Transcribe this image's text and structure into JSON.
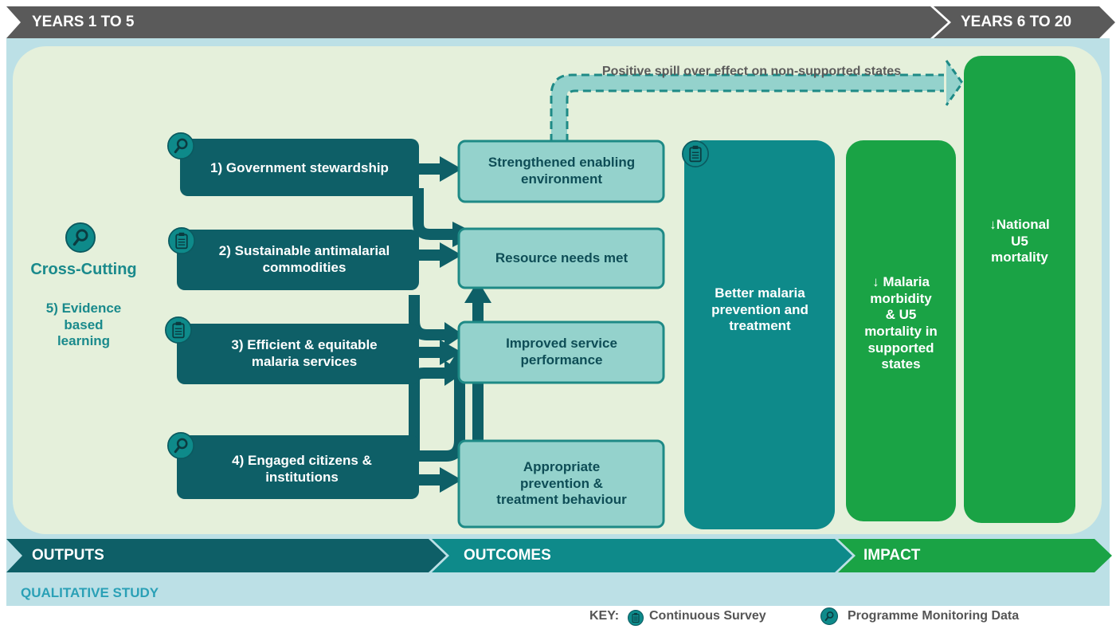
{
  "banner": {
    "years_1_5": "YEARS 1 TO 5",
    "years_6_20": "YEARS 6 TO 20"
  },
  "spillover": "Positive spill over effect on non-supported states",
  "cross_cutting": {
    "title": "Cross-Cutting",
    "item": "5) Evidence\nbased\nlearning"
  },
  "outputs": [
    {
      "label": "1) Government stewardship",
      "icon": "magnifier-icon"
    },
    {
      "label": "2) Sustainable antimalarial\ncommodities",
      "icon": "clipboard-icon"
    },
    {
      "label": "3) Efficient & equitable\nmalaria services",
      "icon": "clipboard-icon"
    },
    {
      "label": "4) Engaged citizens &\ninstitutions",
      "icon": "magnifier-icon"
    }
  ],
  "outcomes": [
    "Strengthened enabling\nenvironment",
    "Resource needs met",
    "Improved service\nperformance",
    "Appropriate\nprevention &\ntreatment behaviour"
  ],
  "better_box": "Better malaria\nprevention and\ntreatment",
  "impact_supported": "↓ Malaria\nmorbidity\n& U5\nmortality in\nsupported\nstates",
  "impact_national": "↓National\nU5\nmortality",
  "bottom": {
    "outputs": "OUTPUTS",
    "outcomes": "OUTCOMES",
    "impact": "IMPACT",
    "qualitative": "QUALITATIVE STUDY"
  },
  "key": {
    "label": "KEY:",
    "continuous": "Continuous Survey",
    "programme": "Programme Monitoring Data"
  },
  "colors": {
    "dark_teal": "#0e5f67",
    "mid_teal": "#0e8a8a",
    "light_teal": "#94d2cc",
    "green": "#1aa345",
    "banner_gray": "#5a5a5a",
    "panel_green": "#e5f0db",
    "panel_blue": "#bce0e6"
  }
}
